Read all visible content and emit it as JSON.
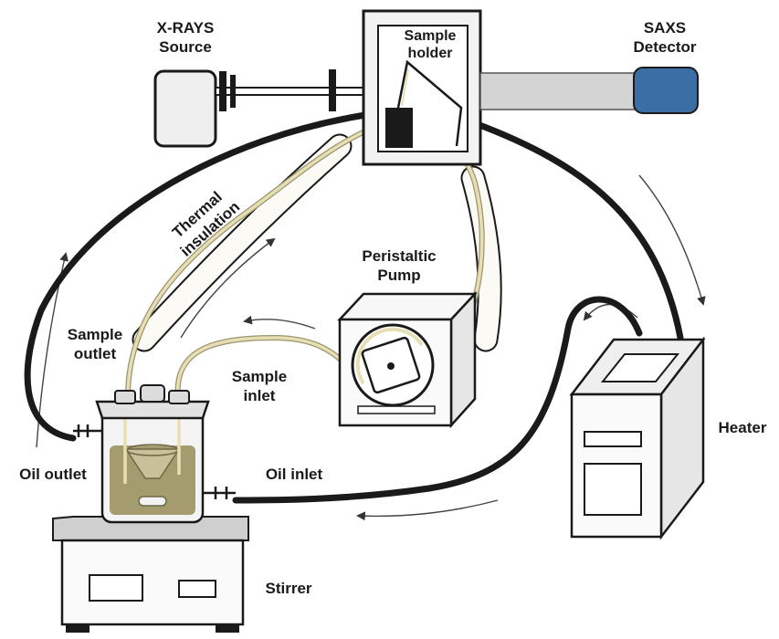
{
  "labels": {
    "xray_source": [
      "X-RAYS",
      "Source"
    ],
    "sample_holder": [
      "Sample",
      "holder"
    ],
    "saxs_detector": [
      "SAXS",
      "Detector"
    ],
    "thermal_insulation": [
      "Thermal",
      "insulation"
    ],
    "peristaltic_pump": [
      "Peristaltic",
      "Pump"
    ],
    "sample_outlet": [
      "Sample",
      "outlet"
    ],
    "sample_inlet": [
      "Sample",
      "inlet"
    ],
    "oil_outlet": "Oil outlet",
    "oil_inlet": "Oil inlet",
    "heater": "Heater",
    "stirrer": "Stirrer"
  },
  "colors": {
    "outline": "#1a1a1a",
    "sample_tube": "#e6dfb4",
    "tube_edge": "#9c9470",
    "liquid": "#a49c6e",
    "device_fill": "#f2f2f2",
    "detector_blue": "#3b6ea5",
    "beam_pipe": "#d4d4d4"
  }
}
